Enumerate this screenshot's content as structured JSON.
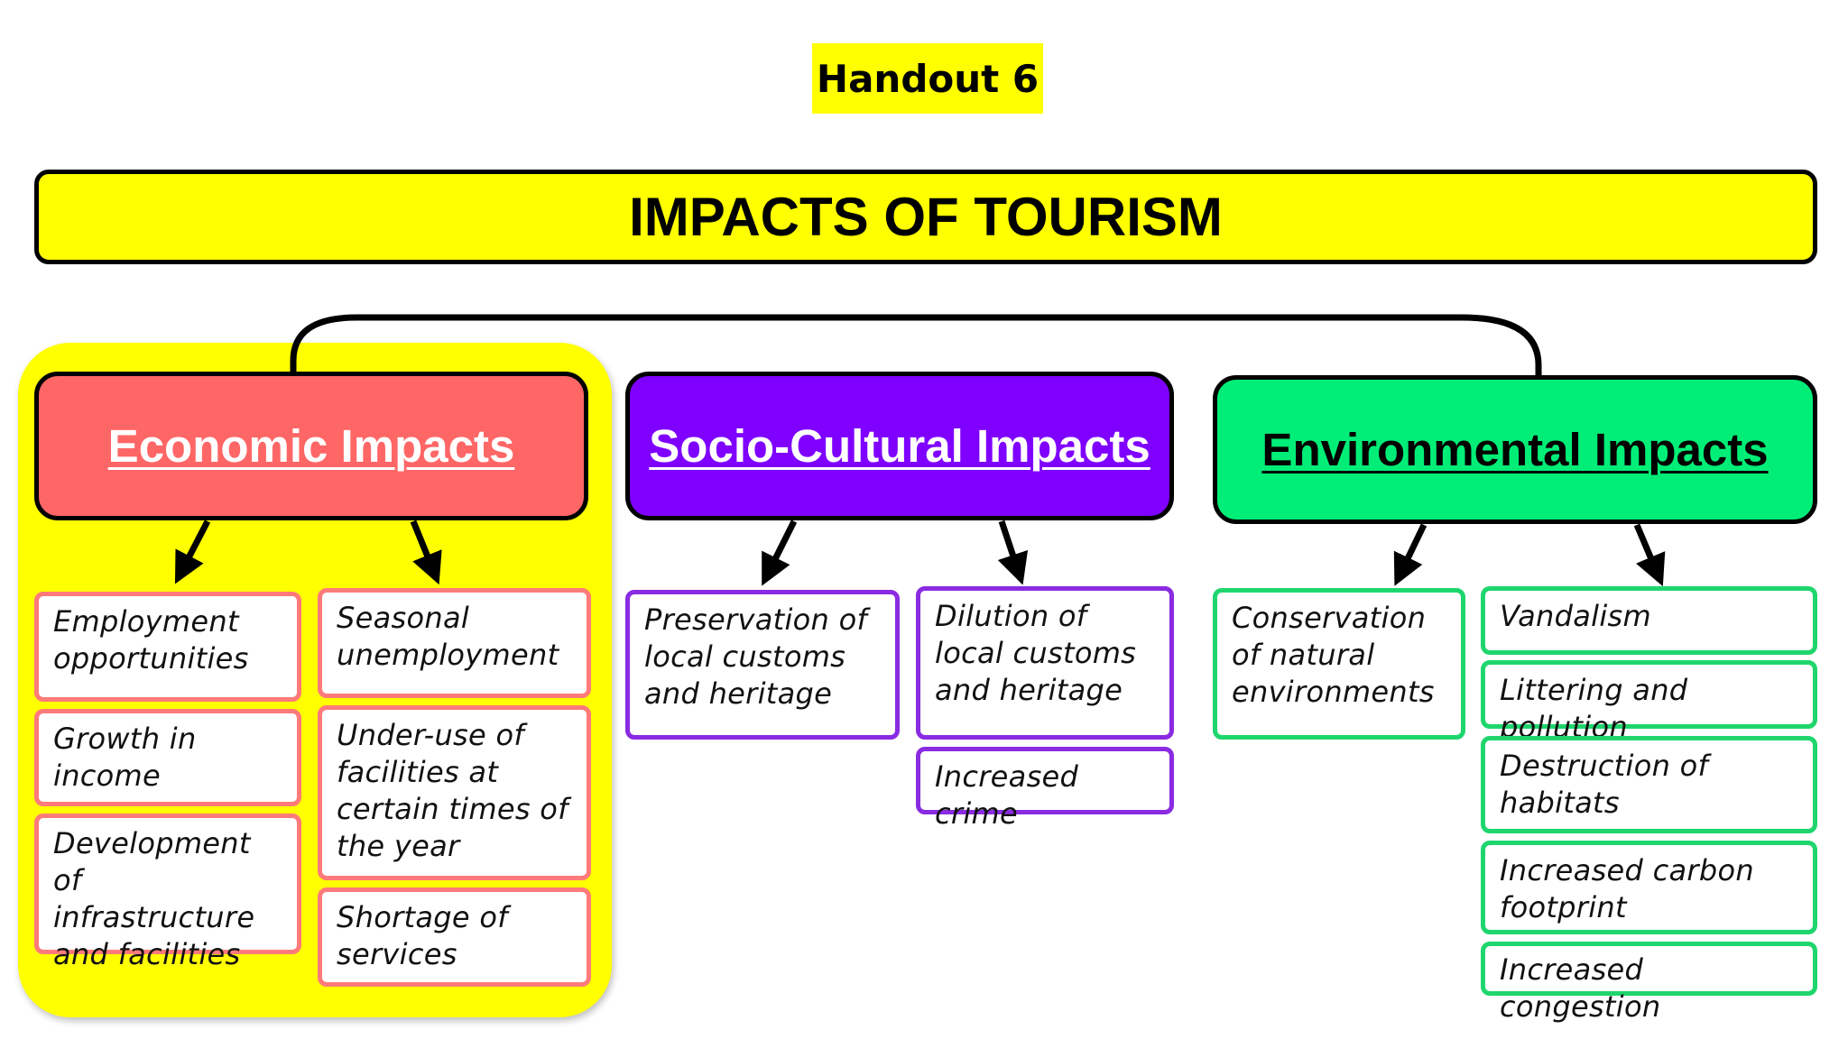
{
  "handout_label": "Handout 6",
  "title": "IMPACTS OF TOURISM",
  "categories": {
    "economic": {
      "label": "Economic Impacts",
      "color": "#ff6666",
      "left_items": [
        "Employment opportunities",
        "Growth in income",
        "Development of infrastructure and facilities"
      ],
      "right_items": [
        "Seasonal unemployment",
        "Under-use of facilities at certain times of the year",
        "Shortage of services"
      ]
    },
    "socio_cultural": {
      "label": "Socio-Cultural Impacts",
      "color": "#7f00ff",
      "left_items": [
        "Preservation of local customs and heritage"
      ],
      "right_items": [
        "Dilution of local customs and heritage",
        "Increased crime"
      ]
    },
    "environmental": {
      "label": "Environmental Impacts",
      "color": "#00ee77",
      "left_items": [
        "Conservation of natural environments"
      ],
      "right_items": [
        "Vandalism",
        "Littering and pollution",
        "Destruction of habitats",
        "Increased carbon footprint",
        "Increased congestion"
      ]
    }
  },
  "colors": {
    "highlight": "#ffff00",
    "economic_border": "#ff7a7a",
    "socio_border": "#8a2be2",
    "environmental_border": "#1ed66d"
  }
}
